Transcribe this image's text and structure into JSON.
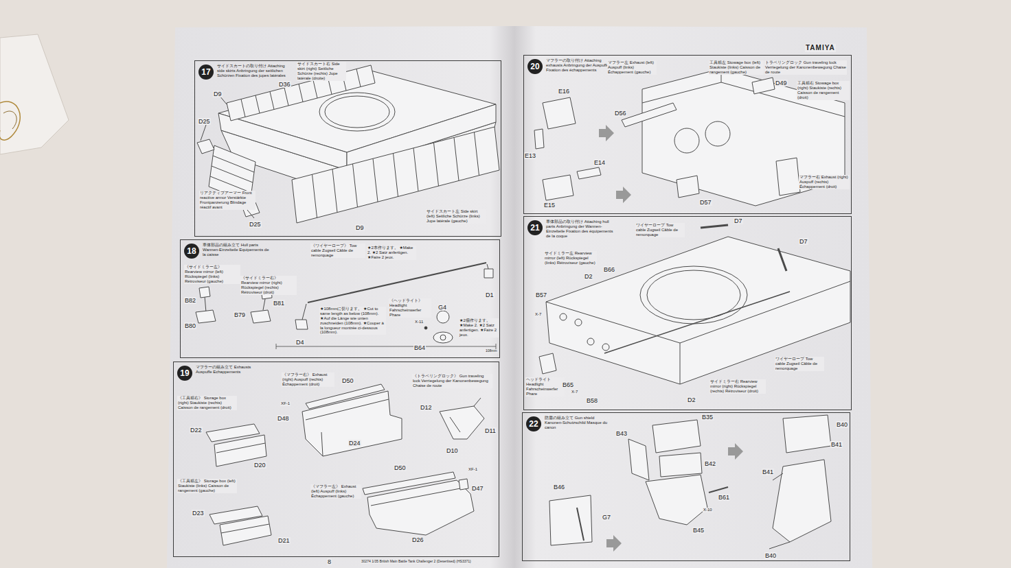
{
  "diagram": {
    "nodes": [
      {
        "text": [
          "17",
          "サイドスカートの取り付け Attaching side skirts Anbringung der seitlichen Schürzen Fixation des jupes latérales"
        ]
      },
      {
        "text": [
          "18",
          "車体部品の組み立て Hull parts Wannen-Einzelteile Equipements de la caisse"
        ]
      },
      {
        "text": [
          "19",
          "マフラーの組み立て Exhausts Auspuffe Echappements"
        ]
      },
      {
        "text": [
          "20",
          "マフラーの取り付け Attaching exhausts Anbringung der Auspuffe Fixation des échappements"
        ]
      },
      {
        "text": [
          "21",
          "車体部品の取り付け Attaching hull parts Anbringung der Wannen-Einzelteile Fixation des équipements de la coque"
        ]
      },
      {
        "text": [
          "22",
          "防盾の組み立て Gun shield Kanonen-Schutzschild Masque du canon"
        ]
      }
    ],
    "labels": [
      "サイドスカート右 Side skirt (right) Seitliche Schürze (rechts) Jupe latérale (droite)",
      "D9",
      "D36",
      "D25",
      "リアクティブアーマー Front reactive armor Verstärkte Frontpanzerung Blindage réactif avant",
      "D25",
      "D9",
      "サイドスカート左 Side skirt (left) Seitliche Schürze (links) Jupe latérale (gauche)",
      "《サイドミラー左》 Rearview mirror (left) Rückspiegel (links) Rétroviseur (gauche)",
      "《サイドミラー右》 Rearview mirror (right) Rückspiegel (rechts) Rétroviseur (droit)",
      "B82",
      "B81",
      "B80",
      "B79",
      "《ワイヤーロープ》 Tow cable Zugseil Câble de remorquage",
      "★2本作ります。 ★Make 2. ★2 Satz anfertigen. ★Faire 2 jeux.",
      "D1",
      "★108mmに切ります。 ★Cut to same length as below (108mm). ★Auf die Länge wie unten zuschneiden (108mm). ★Couper à la longueur montrée ci-dessous (108mm).",
      "《ヘッドライト》 Headlight Fahrscheinwerfer Phare",
      "G4",
      "X-11",
      "★2個作ります。 ★Make 2. ★2 Satz anfertigen. ★Faire 2 jeux.",
      "D4",
      "B64",
      "108mm",
      "《工具箱右》 Storage box (right) Staukiste (rechts) Caisson de rangement (droit)",
      "D22",
      "D20",
      "《マフラー右》 Exhaust (right) Auspuff (rechts) Échappement (droit)",
      "D50",
      "XF-1",
      "D48",
      "D24",
      "《トラベリングロック》 Gun traveling lock Verriegelung der Kanonenbewegung Chaise de route",
      "D12",
      "D11",
      "D10",
      "《工具箱左》 Storage box (left) Staukiste (links) Caisson de rangement (gauche)",
      "D23",
      "D21",
      "《マフラー左》 Exhaust (left) Auspuff (links) Échappement (gauche)",
      "D50",
      "XF-1",
      "D47",
      "D26",
      "8",
      "30274 1/35 British Main Battle Tank Challenger 2 (Desertised) (HS3371)",
      "TAMIYA",
      "マフラー左 Exhaust (left) Auspuff (links) Échappement (gauche)",
      "工具箱左 Stowage box (left) Staukiste (links) Caisson de rangement (gauche)",
      "トラベリングロック Gun traveling lock Verriegelung der Kanonenbewegung Chaise de route",
      "D49",
      "工具箱右 Stowage box (right) Staukiste (rechts) Caisson de rangement (droit)",
      "E16",
      "D56",
      "E13",
      "E14",
      "D57",
      "マフラー右 Exhaust (right) Auspuff (rechts) Échappement (droit)",
      "E15",
      "ワイヤーロープ Tow cable Zugseil Câble de remorquage",
      "D7",
      "D7",
      "サイドミラー左 Rearview mirror (left) Rückspiegel (links) Rétroviseur (gauche)",
      "B66",
      "D2",
      "B57",
      "X-7",
      "ヘッドライト Headlight Fahrscheinwerfer Phare",
      "ワイヤーロープ Tow cable Zugseil Câble de remorquage",
      "サイドミラー右 Rearview mirror (right) Rückspiegel (rechts) Rétroviseur (droit)",
      "B65",
      "X-7",
      "B58",
      "D2",
      "B35",
      "B40",
      "B43",
      "B41",
      "B42",
      "B41",
      "B46",
      "B61",
      "X-10",
      "G7",
      "B45",
      "B40"
    ]
  }
}
